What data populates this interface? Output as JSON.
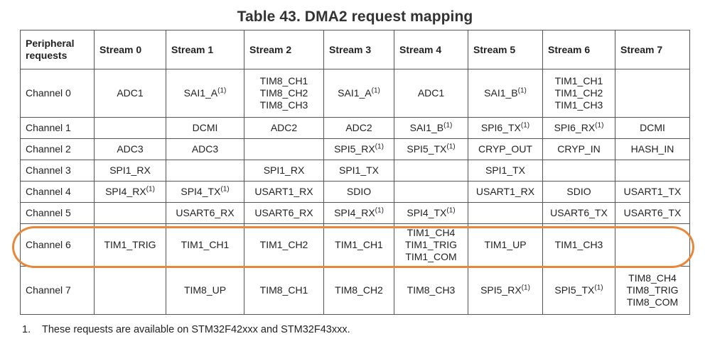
{
  "title": "Table 43. DMA2 request mapping",
  "header": {
    "peripheral_line1": "Peripheral",
    "peripheral_line2": "requests",
    "streams": [
      "Stream 0",
      "Stream 1",
      "Stream 2",
      "Stream 3",
      "Stream 4",
      "Stream 5",
      "Stream 6",
      "Stream 7"
    ]
  },
  "rows": [
    {
      "label": "Channel 0",
      "cells": [
        {
          "lines": [
            "ADC1"
          ]
        },
        {
          "lines": [
            "SAI1_A"
          ],
          "sup": "(1)"
        },
        {
          "lines": [
            "TIM8_CH1",
            "TIM8_CH2",
            "TIM8_CH3"
          ]
        },
        {
          "lines": [
            "SAI1_A"
          ],
          "sup": "(1)"
        },
        {
          "lines": [
            "ADC1"
          ]
        },
        {
          "lines": [
            "SAI1_B"
          ],
          "sup": "(1)"
        },
        {
          "lines": [
            "TIM1_CH1",
            "TIM1_CH2",
            "TIM1_CH3"
          ]
        },
        {
          "lines": []
        }
      ]
    },
    {
      "label": "Channel 1",
      "cells": [
        {
          "lines": []
        },
        {
          "lines": [
            "DCMI"
          ]
        },
        {
          "lines": [
            "ADC2"
          ]
        },
        {
          "lines": [
            "ADC2"
          ]
        },
        {
          "lines": [
            "SAI1_B"
          ],
          "sup": "(1)"
        },
        {
          "lines": [
            "SPI6_TX"
          ],
          "sup": "(1)"
        },
        {
          "lines": [
            "SPI6_RX"
          ],
          "sup": "(1)"
        },
        {
          "lines": [
            "DCMI"
          ]
        }
      ]
    },
    {
      "label": "Channel 2",
      "cells": [
        {
          "lines": [
            "ADC3"
          ]
        },
        {
          "lines": [
            "ADC3"
          ]
        },
        {
          "lines": []
        },
        {
          "lines": [
            "SPI5_RX"
          ],
          "sup": "(1)"
        },
        {
          "lines": [
            "SPI5_TX"
          ],
          "sup": "(1)"
        },
        {
          "lines": [
            "CRYP_OUT"
          ]
        },
        {
          "lines": [
            "CRYP_IN"
          ]
        },
        {
          "lines": [
            "HASH_IN"
          ]
        }
      ]
    },
    {
      "label": "Channel 3",
      "cells": [
        {
          "lines": [
            "SPI1_RX"
          ]
        },
        {
          "lines": []
        },
        {
          "lines": [
            "SPI1_RX"
          ]
        },
        {
          "lines": [
            "SPI1_TX"
          ]
        },
        {
          "lines": []
        },
        {
          "lines": [
            "SPI1_TX"
          ]
        },
        {
          "lines": []
        },
        {
          "lines": []
        }
      ]
    },
    {
      "label": "Channel 4",
      "cells": [
        {
          "lines": [
            "SPI4_RX"
          ],
          "sup": "(1)"
        },
        {
          "lines": [
            "SPI4_TX"
          ],
          "sup": "(1)"
        },
        {
          "lines": [
            "USART1_RX"
          ]
        },
        {
          "lines": [
            "SDIO"
          ]
        },
        {
          "lines": []
        },
        {
          "lines": [
            "USART1_RX"
          ]
        },
        {
          "lines": [
            "SDIO"
          ]
        },
        {
          "lines": [
            "USART1_TX"
          ]
        }
      ]
    },
    {
      "label": "Channel 5",
      "cells": [
        {
          "lines": []
        },
        {
          "lines": [
            "USART6_RX"
          ]
        },
        {
          "lines": [
            "USART6_RX"
          ]
        },
        {
          "lines": [
            "SPI4_RX"
          ],
          "sup": "(1)"
        },
        {
          "lines": [
            "SPI4_TX"
          ],
          "sup": "(1)"
        },
        {
          "lines": []
        },
        {
          "lines": [
            "USART6_TX"
          ]
        },
        {
          "lines": [
            "USART6_TX"
          ]
        }
      ]
    },
    {
      "label": "Channel 6",
      "cells": [
        {
          "lines": [
            "TIM1_TRIG"
          ]
        },
        {
          "lines": [
            "TIM1_CH1"
          ]
        },
        {
          "lines": [
            "TIM1_CH2"
          ]
        },
        {
          "lines": [
            "TIM1_CH1"
          ]
        },
        {
          "lines": [
            "TIM1_CH4",
            "TIM1_TRIG",
            "TIM1_COM"
          ]
        },
        {
          "lines": [
            "TIM1_UP"
          ]
        },
        {
          "lines": [
            "TIM1_CH3"
          ]
        },
        {
          "lines": []
        }
      ]
    },
    {
      "label": "Channel 7",
      "cells": [
        {
          "lines": []
        },
        {
          "lines": [
            "TIM8_UP"
          ]
        },
        {
          "lines": [
            "TIM8_CH1"
          ]
        },
        {
          "lines": [
            "TIM8_CH2"
          ]
        },
        {
          "lines": [
            "TIM8_CH3"
          ]
        },
        {
          "lines": [
            "SPI5_RX"
          ],
          "sup": "(1)"
        },
        {
          "lines": [
            "SPI5_TX"
          ],
          "sup": "(1)"
        },
        {
          "lines": [
            "TIM8_CH4",
            "TIM8_TRIG",
            "TIM8_COM"
          ]
        }
      ]
    }
  ],
  "highlight": {
    "row_label": "Channel 6",
    "color": "#e8873a"
  },
  "footnote": {
    "number": "1.",
    "text": "These requests are available on STM32F42xxx and STM32F43xxx."
  }
}
